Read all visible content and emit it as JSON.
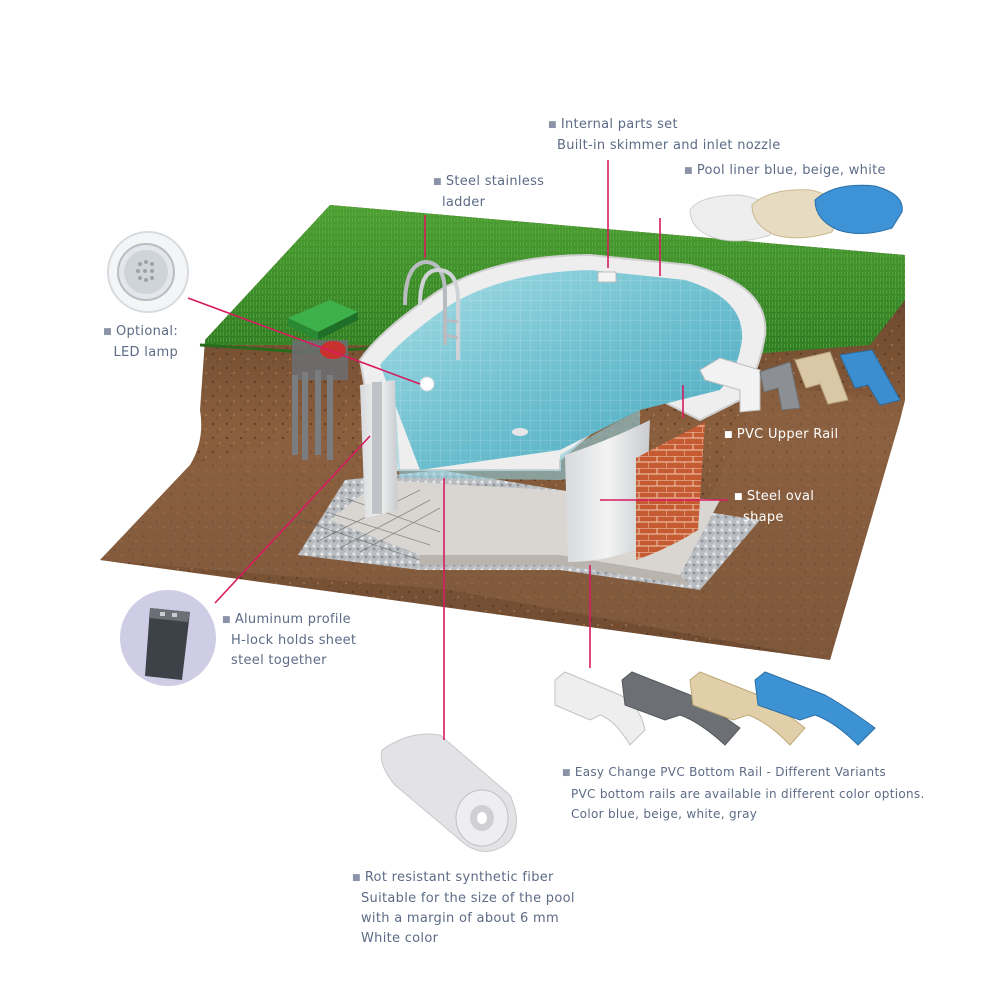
{
  "colors": {
    "leader": "#d81b60",
    "label": "#5d6b86",
    "grass": "#3f8f2c",
    "soil": "#7b5233",
    "water": "#7ec8d8"
  },
  "labels": {
    "internal_parts": [
      "Internal parts set",
      "Built-in skimmer and inlet nozzle"
    ],
    "pool_liner": [
      "Pool liner blue, beige, white"
    ],
    "ladder": [
      "Steel stainless",
      "ladder"
    ],
    "led_lamp": [
      "Optional:",
      "LED lamp"
    ],
    "upper_rail": [
      "PVC Upper Rail"
    ],
    "steel_oval": [
      "Steel oval",
      "shape"
    ],
    "aluminum_profile": [
      "Aluminum profile",
      "H-lock holds sheet",
      "steel together"
    ],
    "bottom_rail": [
      "Easy Change PVC Bottom Rail - Different Variants",
      "PVC bottom rails are available in different color options.",
      "Color blue, beige, white, gray"
    ],
    "synthetic_fiber": [
      "Rot resistant synthetic fiber",
      "Suitable for the size of the pool",
      "with a margin of about 6 mm",
      "White color"
    ]
  },
  "icons": {
    "bullet": "square-bullet"
  }
}
